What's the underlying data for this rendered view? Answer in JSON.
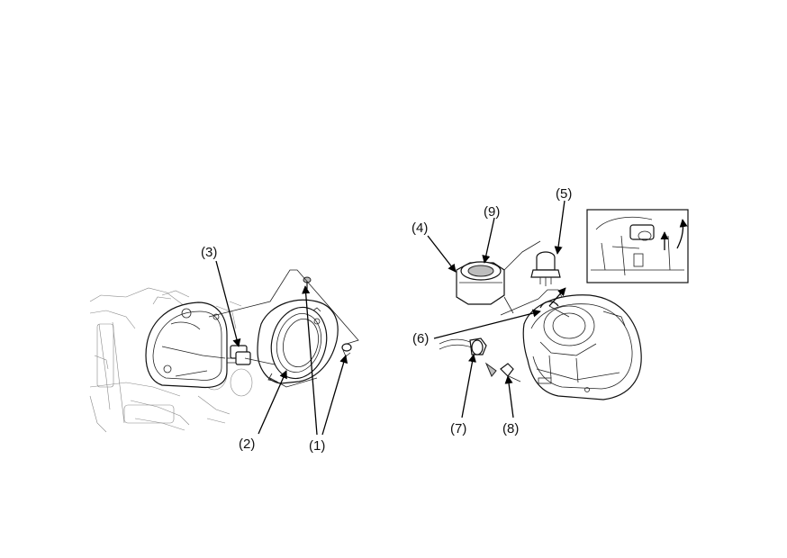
{
  "callouts": [
    {
      "id": "1",
      "text": "(1)"
    },
    {
      "id": "2",
      "text": "(2)"
    },
    {
      "id": "3",
      "text": "(3)"
    },
    {
      "id": "4",
      "text": "(4)"
    },
    {
      "id": "5",
      "text": "(5)"
    },
    {
      "id": "6",
      "text": "(6)"
    },
    {
      "id": "7",
      "text": "(7)"
    },
    {
      "id": "8",
      "text": "(8)"
    },
    {
      "id": "9",
      "text": "(9)"
    }
  ]
}
